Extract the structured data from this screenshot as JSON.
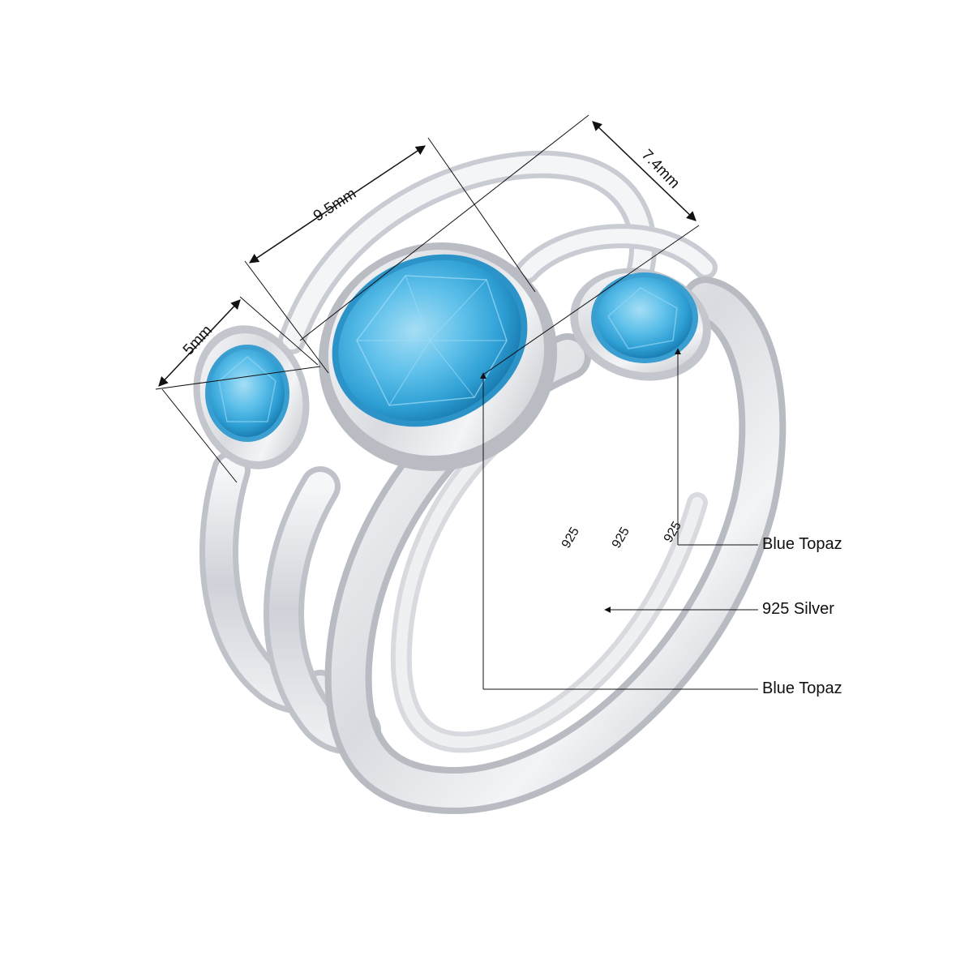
{
  "product": {
    "description": "Three stacked sterling silver rings with bezel-set blue topaz stones",
    "metal_color": "#e4e6ea",
    "stone_color": "#3fa9d8"
  },
  "dimensions": {
    "small_stone": "5mm",
    "center_stone_length": "9.5mm",
    "center_stone_width": "7.4mm"
  },
  "stamps": [
    "925",
    "925",
    "925"
  ],
  "callouts": {
    "stone_top": "Blue Topaz",
    "metal": "925 Silver",
    "stone_center": "Blue Topaz"
  }
}
